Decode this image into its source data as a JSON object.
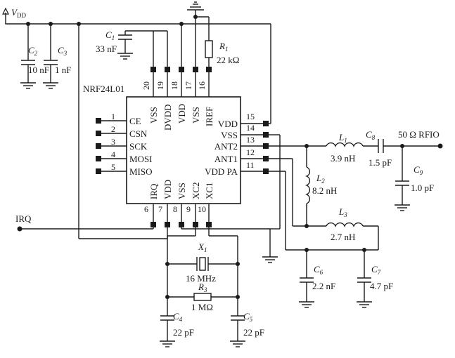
{
  "chip": {
    "name": "NRF24L01",
    "left_pins": [
      {
        "num": "1",
        "label": "CE"
      },
      {
        "num": "2",
        "label": "CSN"
      },
      {
        "num": "3",
        "label": "SCK"
      },
      {
        "num": "4",
        "label": "MOSI"
      },
      {
        "num": "5",
        "label": "MISO"
      }
    ],
    "right_pins": [
      {
        "num": "15",
        "label": "VDD"
      },
      {
        "num": "14",
        "label": "VSS"
      },
      {
        "num": "13",
        "label": "ANT2"
      },
      {
        "num": "12",
        "label": "ANT1"
      },
      {
        "num": "11",
        "label": "VDD PA"
      }
    ],
    "top_pins": [
      {
        "num": "20",
        "label": "VSS"
      },
      {
        "num": "19",
        "label": "DVDD"
      },
      {
        "num": "18",
        "label": "VDD"
      },
      {
        "num": "17",
        "label": "VSS"
      },
      {
        "num": "16",
        "label": "IREF"
      }
    ],
    "bottom_pins": [
      {
        "num": "6",
        "label": "IRQ"
      },
      {
        "num": "7",
        "label": "VDD"
      },
      {
        "num": "8",
        "label": "VSS"
      },
      {
        "num": "9",
        "label": "XC2"
      },
      {
        "num": "10",
        "label": "XC1"
      }
    ]
  },
  "vdd": {
    "main": "V",
    "sub": "DD"
  },
  "irq": "IRQ",
  "rfio": "50 Ω RFIO",
  "components": {
    "C1": {
      "letter": "C",
      "sub": "1",
      "value": "33 nF"
    },
    "C2": {
      "letter": "C",
      "sub": "2",
      "value": "10 nF"
    },
    "C3": {
      "letter": "C",
      "sub": "3",
      "value": "1 nF"
    },
    "R1": {
      "letter": "R",
      "sub": "1",
      "value": "22 kΩ"
    },
    "L1": {
      "letter": "L",
      "sub": "1",
      "value": "3.9 nH"
    },
    "C8": {
      "letter": "C",
      "sub": "8",
      "value": "1.5 pF"
    },
    "C9": {
      "letter": "C",
      "sub": "9",
      "value": "1.0 pF"
    },
    "L2": {
      "letter": "L",
      "sub": "2",
      "value": "8.2 nH"
    },
    "L3": {
      "letter": "L",
      "sub": "3",
      "value": "2.7 nH"
    },
    "C6": {
      "letter": "C",
      "sub": "6",
      "value": "2.2 nF"
    },
    "C7": {
      "letter": "C",
      "sub": "7",
      "value": "4.7 pF"
    },
    "X1": {
      "letter": "X",
      "sub": "1",
      "value": "16 MHz"
    },
    "R3": {
      "letter": "R",
      "sub": "3",
      "value": "1 MΩ"
    },
    "C4": {
      "letter": "C",
      "sub": "4",
      "value": "22 pF"
    },
    "C5": {
      "letter": "C",
      "sub": "5",
      "value": "22 pF"
    }
  }
}
